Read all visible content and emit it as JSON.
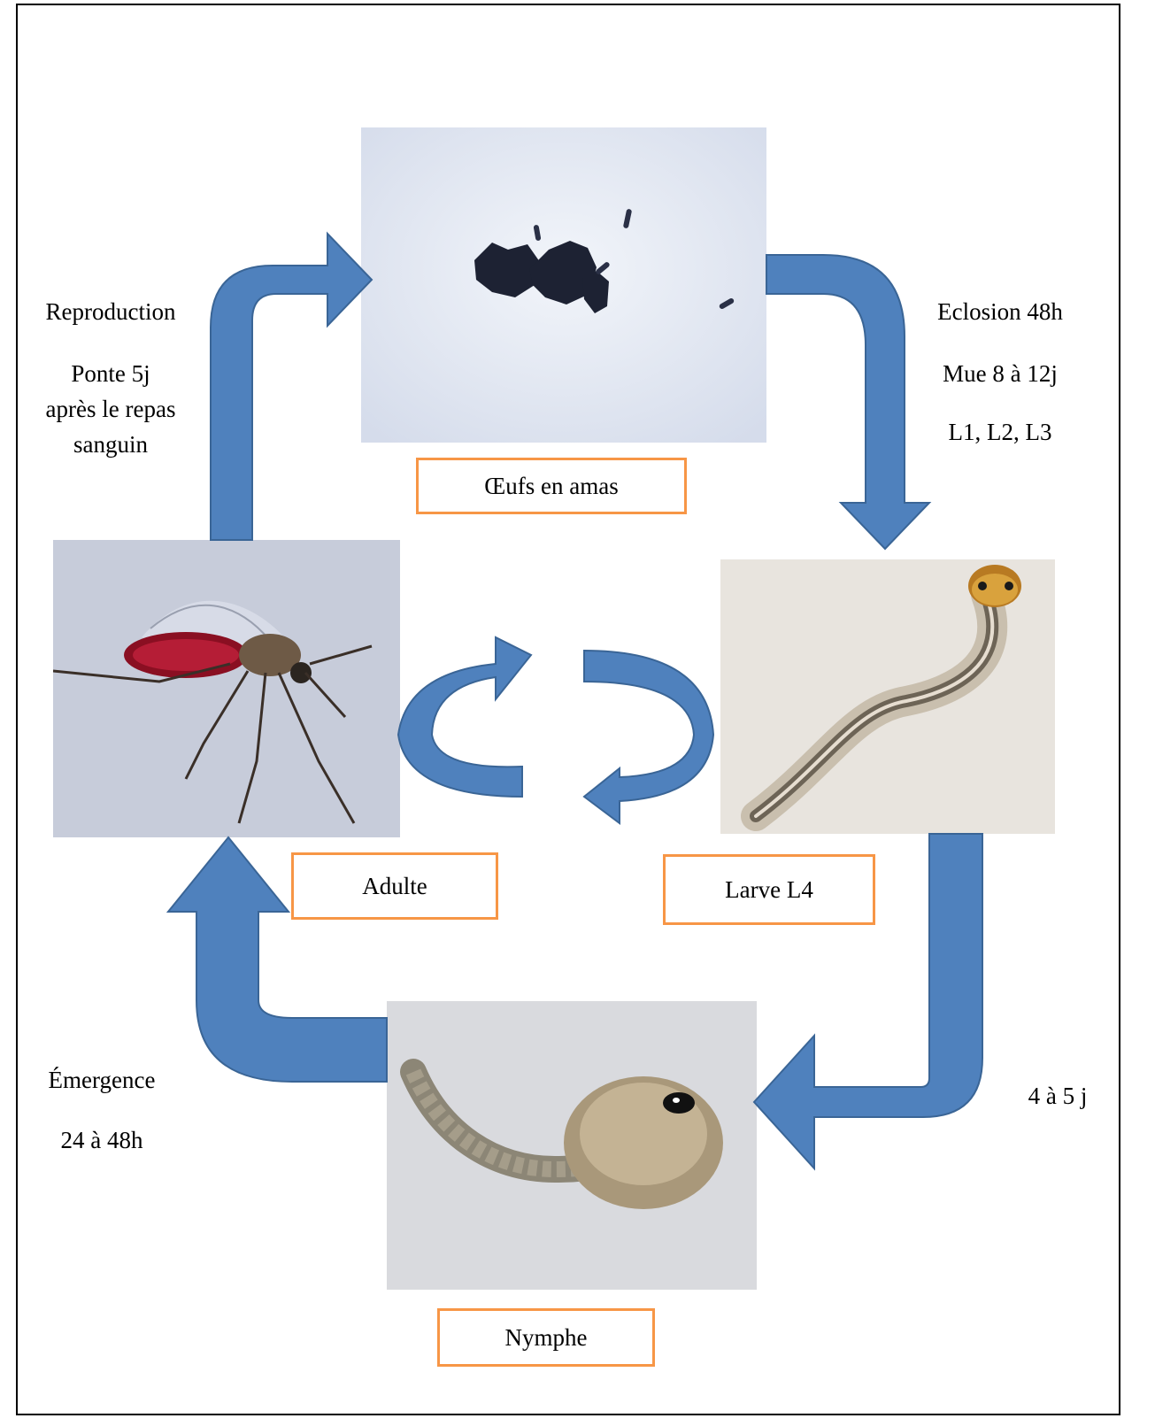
{
  "stages": {
    "eggs": {
      "label": "Œufs en amas",
      "photo_icon": "egg-cluster-icon"
    },
    "larva": {
      "label": "Larve L4",
      "photo_icon": "mosquito-larva-icon"
    },
    "pupa": {
      "label": "Nymphe",
      "photo_icon": "mosquito-pupa-icon"
    },
    "adult": {
      "label": "Adulte",
      "photo_icon": "mosquito-adult-icon"
    }
  },
  "transitions": {
    "reproduction": {
      "line1": "Reproduction",
      "line2": "Ponte 5j",
      "line3": "après le repas",
      "line4": "sanguin"
    },
    "eclosion": {
      "line1": "Eclosion  48h",
      "line2": "Mue 8 à 12j",
      "line3": "L1, L2, L3"
    },
    "nymph_duration": {
      "line1": "4 à 5 j"
    },
    "emergence": {
      "line1": "Émergence",
      "line2": "24 à 48h"
    }
  },
  "colors": {
    "arrow": "#4f81bd",
    "arrow_dark": "#3a6596",
    "label_border": "#f79646"
  }
}
